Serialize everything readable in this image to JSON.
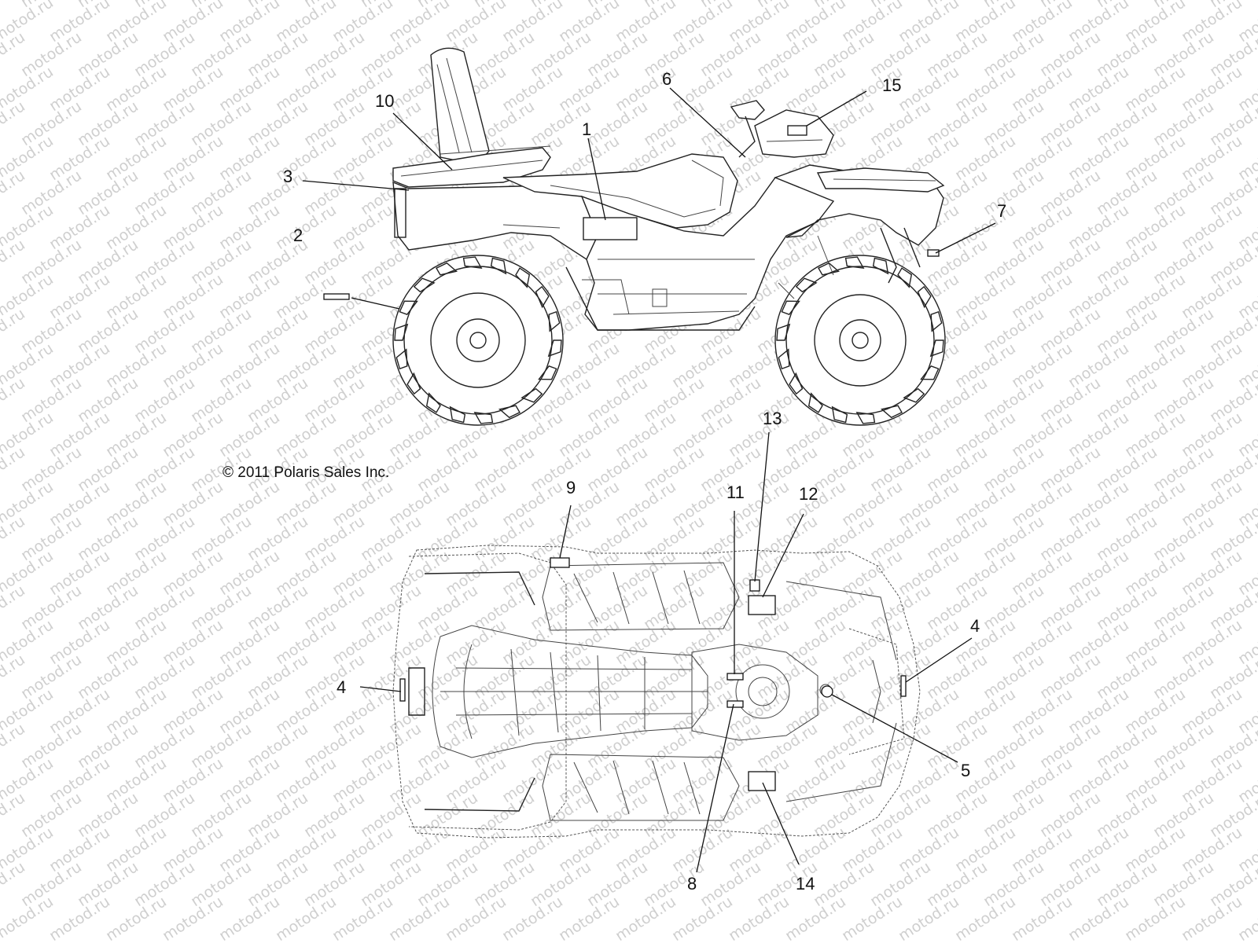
{
  "watermark": {
    "text": "motod.ru"
  },
  "copyright": "© 2011 Polaris Sales Inc.",
  "callouts": {
    "c1": "1",
    "c2": "2",
    "c3": "3",
    "c4a": "4",
    "c4b": "4",
    "c5": "5",
    "c6": "6",
    "c7": "7",
    "c8": "8",
    "c9": "9",
    "c10": "10",
    "c11": "11",
    "c12": "12",
    "c13": "13",
    "c14": "14",
    "c15": "15"
  }
}
